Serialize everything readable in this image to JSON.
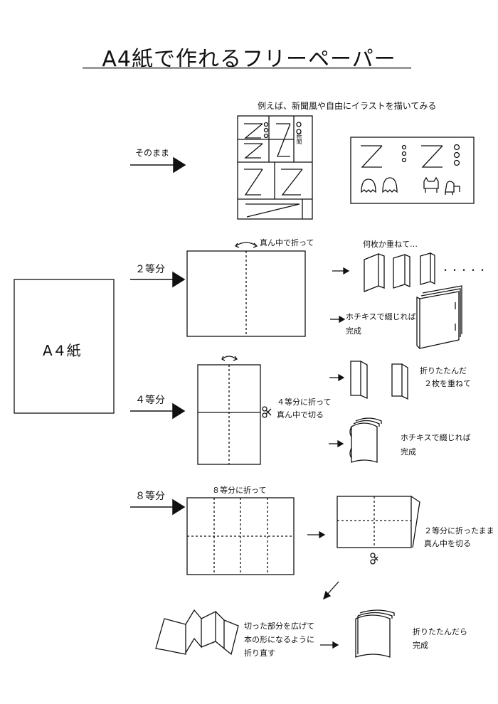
{
  "title": "A4紙で作れるフリーペーパー",
  "a4_label": "A４紙",
  "example_text": "例えば、新聞風や自由にイラストを描いてみる",
  "options": [
    {
      "label": "そのまま"
    },
    {
      "label": "２等分"
    },
    {
      "label": "４等分"
    },
    {
      "label": "８等分"
    }
  ],
  "notes": {
    "fold_center": "真ん中で折って",
    "stack_several": "何枚か重ねて…",
    "ellipsis": "・・・・・",
    "staple_done_line1": "ホチキスで綴じれば",
    "staple_done_line2": "完成",
    "fold4_line1": "４等分に折って",
    "fold4_line2": "真ん中で切る",
    "folded_line1": "折りたたんだ",
    "folded_line2": "２枚を重ねて",
    "staple2_line1": "ホチキスで綴じれば",
    "staple2_line2": "完成",
    "fold8": "８等分に折って",
    "fold8_cut_line1": "２等分に折ったまま",
    "fold8_cut_line2": "真ん中を切る",
    "spread_line1": "切った部分を広げて",
    "spread_line2": "本の形になるように",
    "spread_line3": "折り直す",
    "final_line1": "折りたたんだら",
    "final_line2": "完成"
  },
  "newspaper_text": "新聞",
  "colors": {
    "line": "#111111",
    "underline": "#9a9a9a"
  }
}
